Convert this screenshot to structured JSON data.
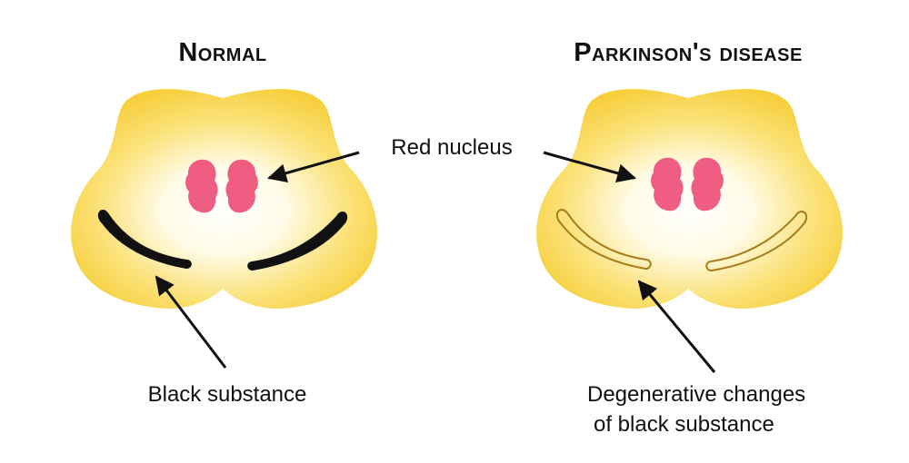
{
  "titles": {
    "normal": "Normal",
    "parkinsons": "Parkinson's disease"
  },
  "labels": {
    "red_nucleus": "Red nucleus",
    "black_substance": "Black substance",
    "degenerative_line1": "Degenerative changes",
    "degenerative_line2": "of black substance"
  },
  "colors": {
    "midbrain_center": "#ffffff",
    "midbrain_edge": "#f7d34a",
    "red_nucleus": "#ef5d82",
    "black_substance": "#111111",
    "degenerated_outline": "#a67c1a",
    "arrow": "#111111"
  }
}
